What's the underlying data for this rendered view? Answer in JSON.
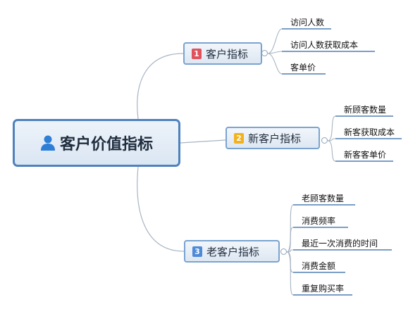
{
  "root": {
    "label": "客户价值指标",
    "icon": "person-icon"
  },
  "colors": {
    "line": "#a7b4c2",
    "underline": "#4f7fb4",
    "badge1": "#e0525c",
    "badge2": "#f2b21d",
    "badge3": "#4f8ad6"
  },
  "categories": [
    {
      "num": "1",
      "label": "客户指标",
      "leaves": [
        "访问人数",
        "访问人数获取成本",
        "客单价"
      ]
    },
    {
      "num": "2",
      "label": "新客户指标",
      "leaves": [
        "新顾客数量",
        "新客获取成本",
        "新客客单价"
      ]
    },
    {
      "num": "3",
      "label": "老客户指标",
      "leaves": [
        "老顾客数量",
        "消费频率",
        "最近一次消费的时间",
        "消费金额",
        "重复购买率"
      ]
    }
  ]
}
